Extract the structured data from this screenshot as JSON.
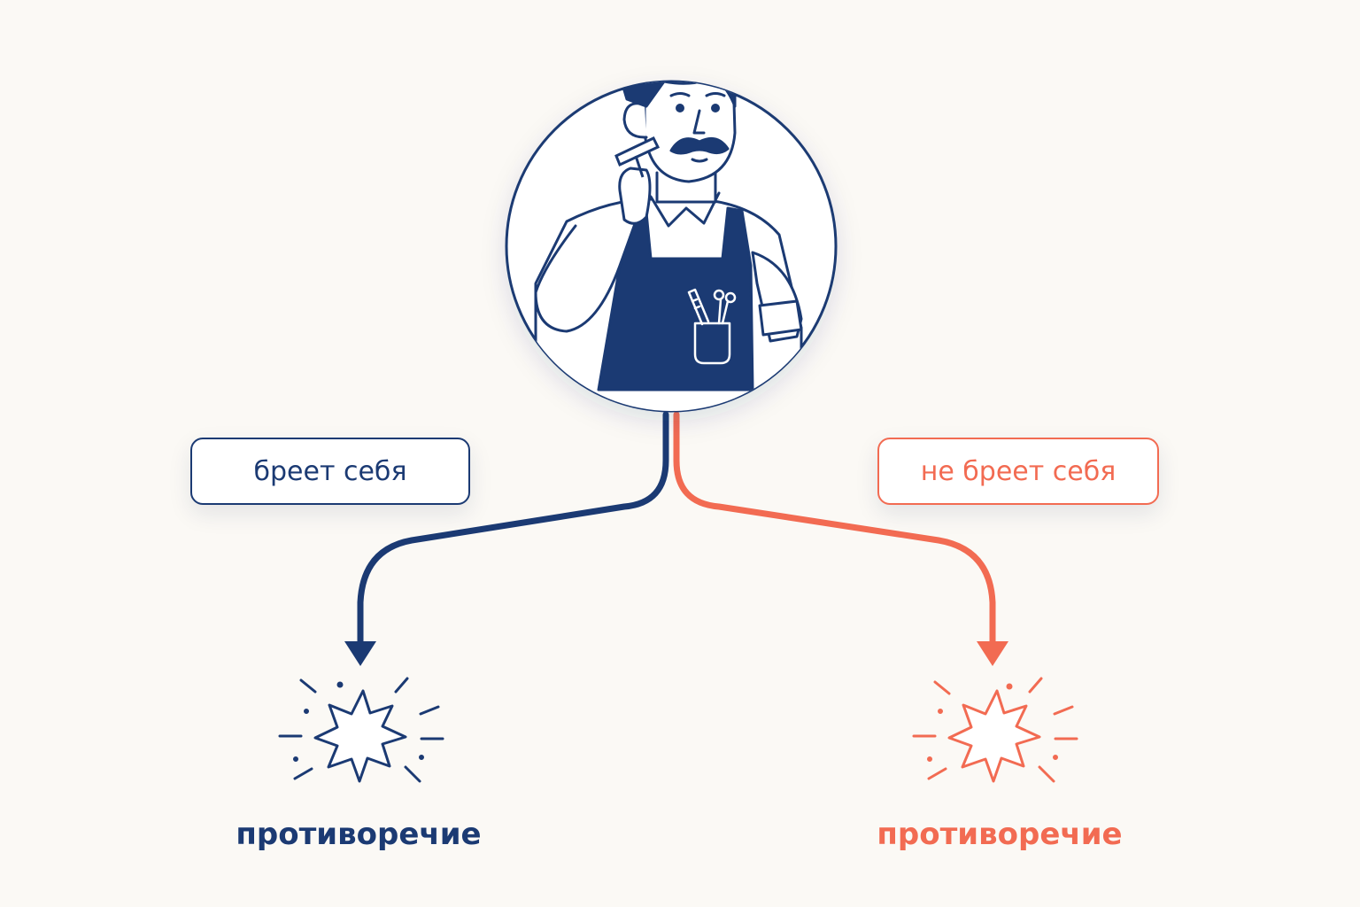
{
  "diagram": {
    "branches": [
      {
        "label": "бреет себя",
        "result": "противоречие",
        "color": "#1b3a73"
      },
      {
        "label": "не бреет себя",
        "result": "противоречие",
        "color": "#f26b52"
      }
    ]
  },
  "colors": {
    "navy": "#1b3a73",
    "coral": "#f26b52",
    "background": "#fbf9f5"
  },
  "icons": [
    "barber-illustration",
    "razor-icon",
    "comb-icon",
    "scissors-icon",
    "burst-icon"
  ]
}
